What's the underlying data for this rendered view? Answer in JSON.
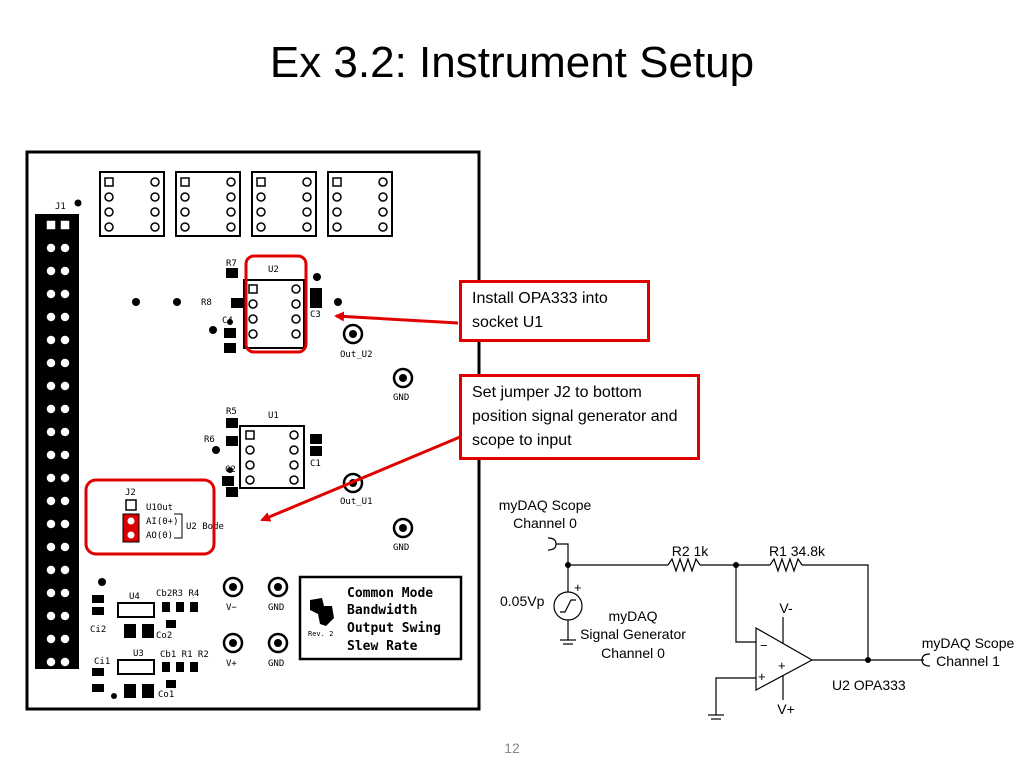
{
  "slide": {
    "title": "Ex 3.2: Instrument Setup",
    "page_number": "12"
  },
  "callouts": [
    {
      "text": "Install OPA333 into socket U1"
    },
    {
      "text": "Set jumper J2 to bottom position signal generator and scope to input"
    }
  ],
  "board": {
    "j1": "J1",
    "u1": "U1",
    "u2": "U2",
    "u3": "U3",
    "u4": "U4",
    "r5": "R5",
    "r6": "R6",
    "r7": "R7",
    "r8": "R8",
    "c1": "C1",
    "c2": "C2",
    "c3": "C3",
    "c4": "C4",
    "out_u1": "Out_U1",
    "out_u2": "Out_U2",
    "gnd": "GND",
    "v_minus": "V−",
    "v_plus": "V+",
    "j2": "J2",
    "u1out": "U1Out",
    "ai0p": "AI(0+)",
    "ao0": "AO(0)",
    "u2bode": "U2 Bode",
    "cb2r3r4": "Cb2R3 R4",
    "cb1r1r2": "Cb1 R1 R2",
    "ci2": "Ci2",
    "co2": "Co2",
    "ci1": "Ci1",
    "co1": "Co1",
    "rev": "Rev. 2",
    "legend": [
      "Common Mode",
      "Bandwidth",
      "Output Swing",
      "Slew Rate"
    ]
  },
  "schematic": {
    "scope_ch0": [
      "myDAQ Scope",
      "Channel 0"
    ],
    "amplitude": "0.05Vp",
    "plus": "+",
    "siggen": [
      "myDAQ",
      "Signal Generator",
      "Channel 0"
    ],
    "r2": "R2 1k",
    "r1": "R1 34.8k",
    "vminus": "V-",
    "vplus": "V+",
    "opamp_minus": "−",
    "opamp_plus": "+",
    "opamp": "U2 OPA333",
    "scope_ch1": [
      "myDAQ Scope",
      "Channel 1"
    ]
  }
}
